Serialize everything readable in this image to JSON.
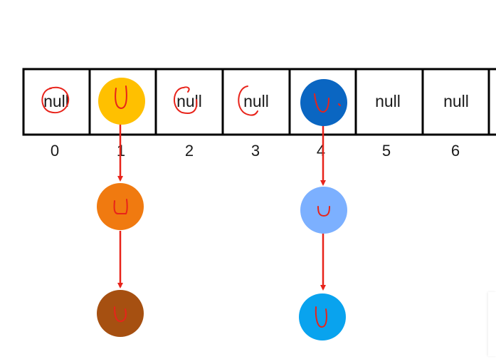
{
  "array": {
    "indices": [
      "0",
      "1",
      "2",
      "3",
      "4",
      "5",
      "6"
    ],
    "cells": [
      {
        "index": 0,
        "content": "null",
        "crossed": true
      },
      {
        "index": 1,
        "content": "node",
        "color": "#FFC000"
      },
      {
        "index": 2,
        "content": "null",
        "crossed": true
      },
      {
        "index": 3,
        "content": "null",
        "crossed": true
      },
      {
        "index": 4,
        "content": "node",
        "color": "#0A66C2"
      },
      {
        "index": 5,
        "content": "null"
      },
      {
        "index": 6,
        "content": "null"
      }
    ]
  },
  "chains": [
    {
      "index": 1,
      "nodes": [
        "#FFC000",
        "#F07A10",
        "#A65011"
      ]
    },
    {
      "index": 4,
      "nodes": [
        "#0A66C2",
        "#7CB0FF",
        "#09A3EE"
      ]
    }
  ],
  "colors": {
    "border": "#000000",
    "arrow": "#E8231A",
    "annotation": "#E8231A"
  }
}
